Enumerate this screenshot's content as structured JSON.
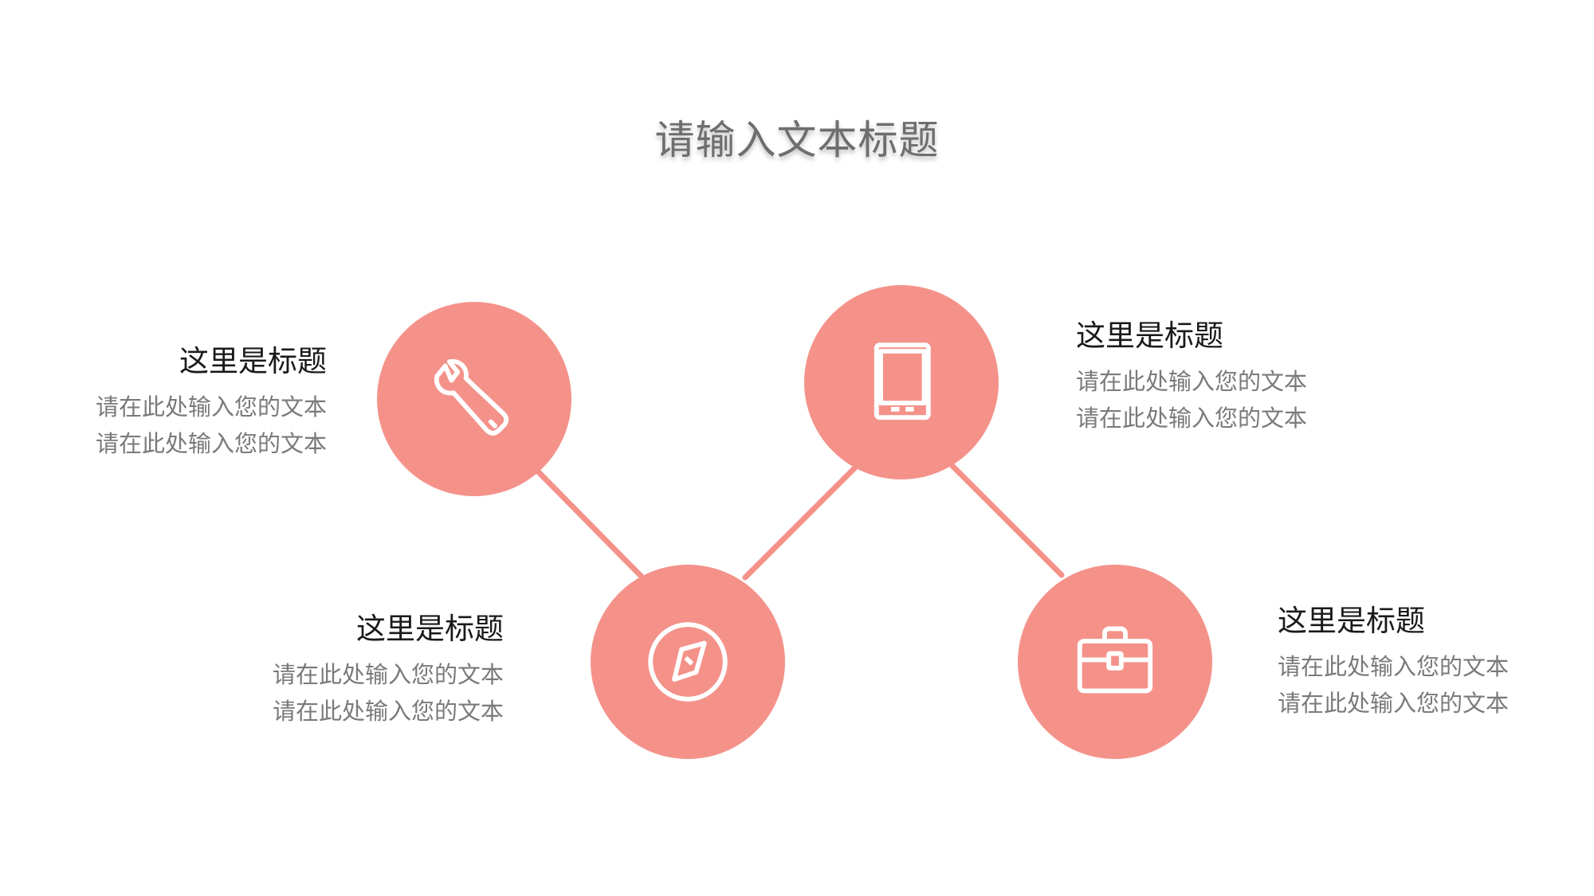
{
  "title": "请输入文本标题",
  "colors": {
    "accent": "#f4928a",
    "icon_stroke": "#ffffff",
    "title_text": "#6e6e6e",
    "heading_text": "#1a1a1a",
    "body_text": "#7a7a7a"
  },
  "items": [
    {
      "icon": "wrench-icon",
      "heading": "这里是标题",
      "lines": [
        "请在此处输入您的文本",
        "请在此处输入您的文本"
      ]
    },
    {
      "icon": "compass-icon",
      "heading": "这里是标题",
      "lines": [
        "请在此处输入您的文本",
        "请在此处输入您的文本"
      ]
    },
    {
      "icon": "tablet-icon",
      "heading": "这里是标题",
      "lines": [
        "请在此处输入您的文本",
        "请在此处输入您的文本"
      ]
    },
    {
      "icon": "briefcase-icon",
      "heading": "这里是标题",
      "lines": [
        "请在此处输入您的文本",
        "请在此处输入您的文本"
      ]
    }
  ]
}
